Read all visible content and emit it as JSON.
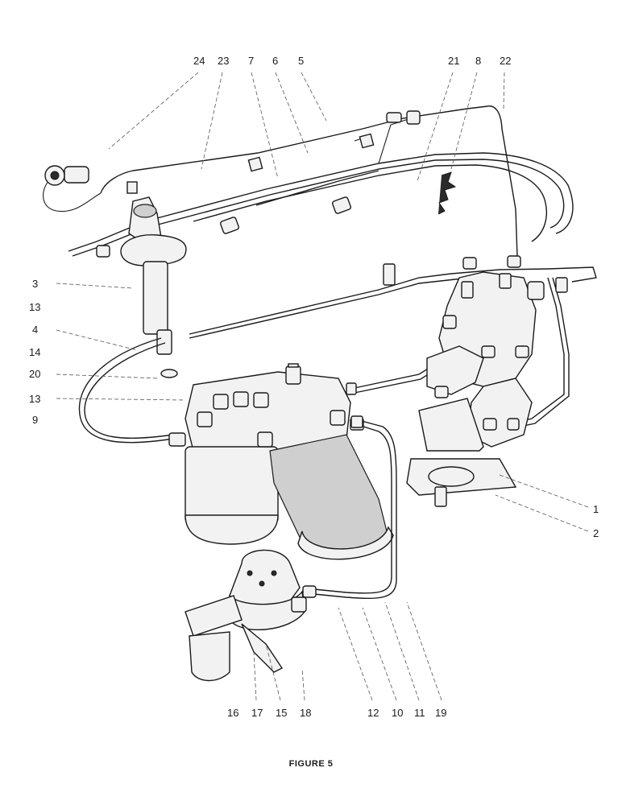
{
  "figure": {
    "caption": "FIGURE 5",
    "callouts": {
      "c24": "24",
      "c23": "23",
      "c7": "7",
      "c6": "6",
      "c5": "5",
      "c21": "21",
      "c8": "8",
      "c22": "22",
      "c3": "3",
      "c13a": "13",
      "c4": "4",
      "c14": "14",
      "c20": "20",
      "c13b": "13",
      "c9": "9",
      "c1": "1",
      "c2": "2",
      "c16": "16",
      "c17": "17",
      "c15": "15",
      "c18": "18",
      "c12": "12",
      "c10": "10",
      "c11": "11",
      "c19": "19"
    }
  }
}
